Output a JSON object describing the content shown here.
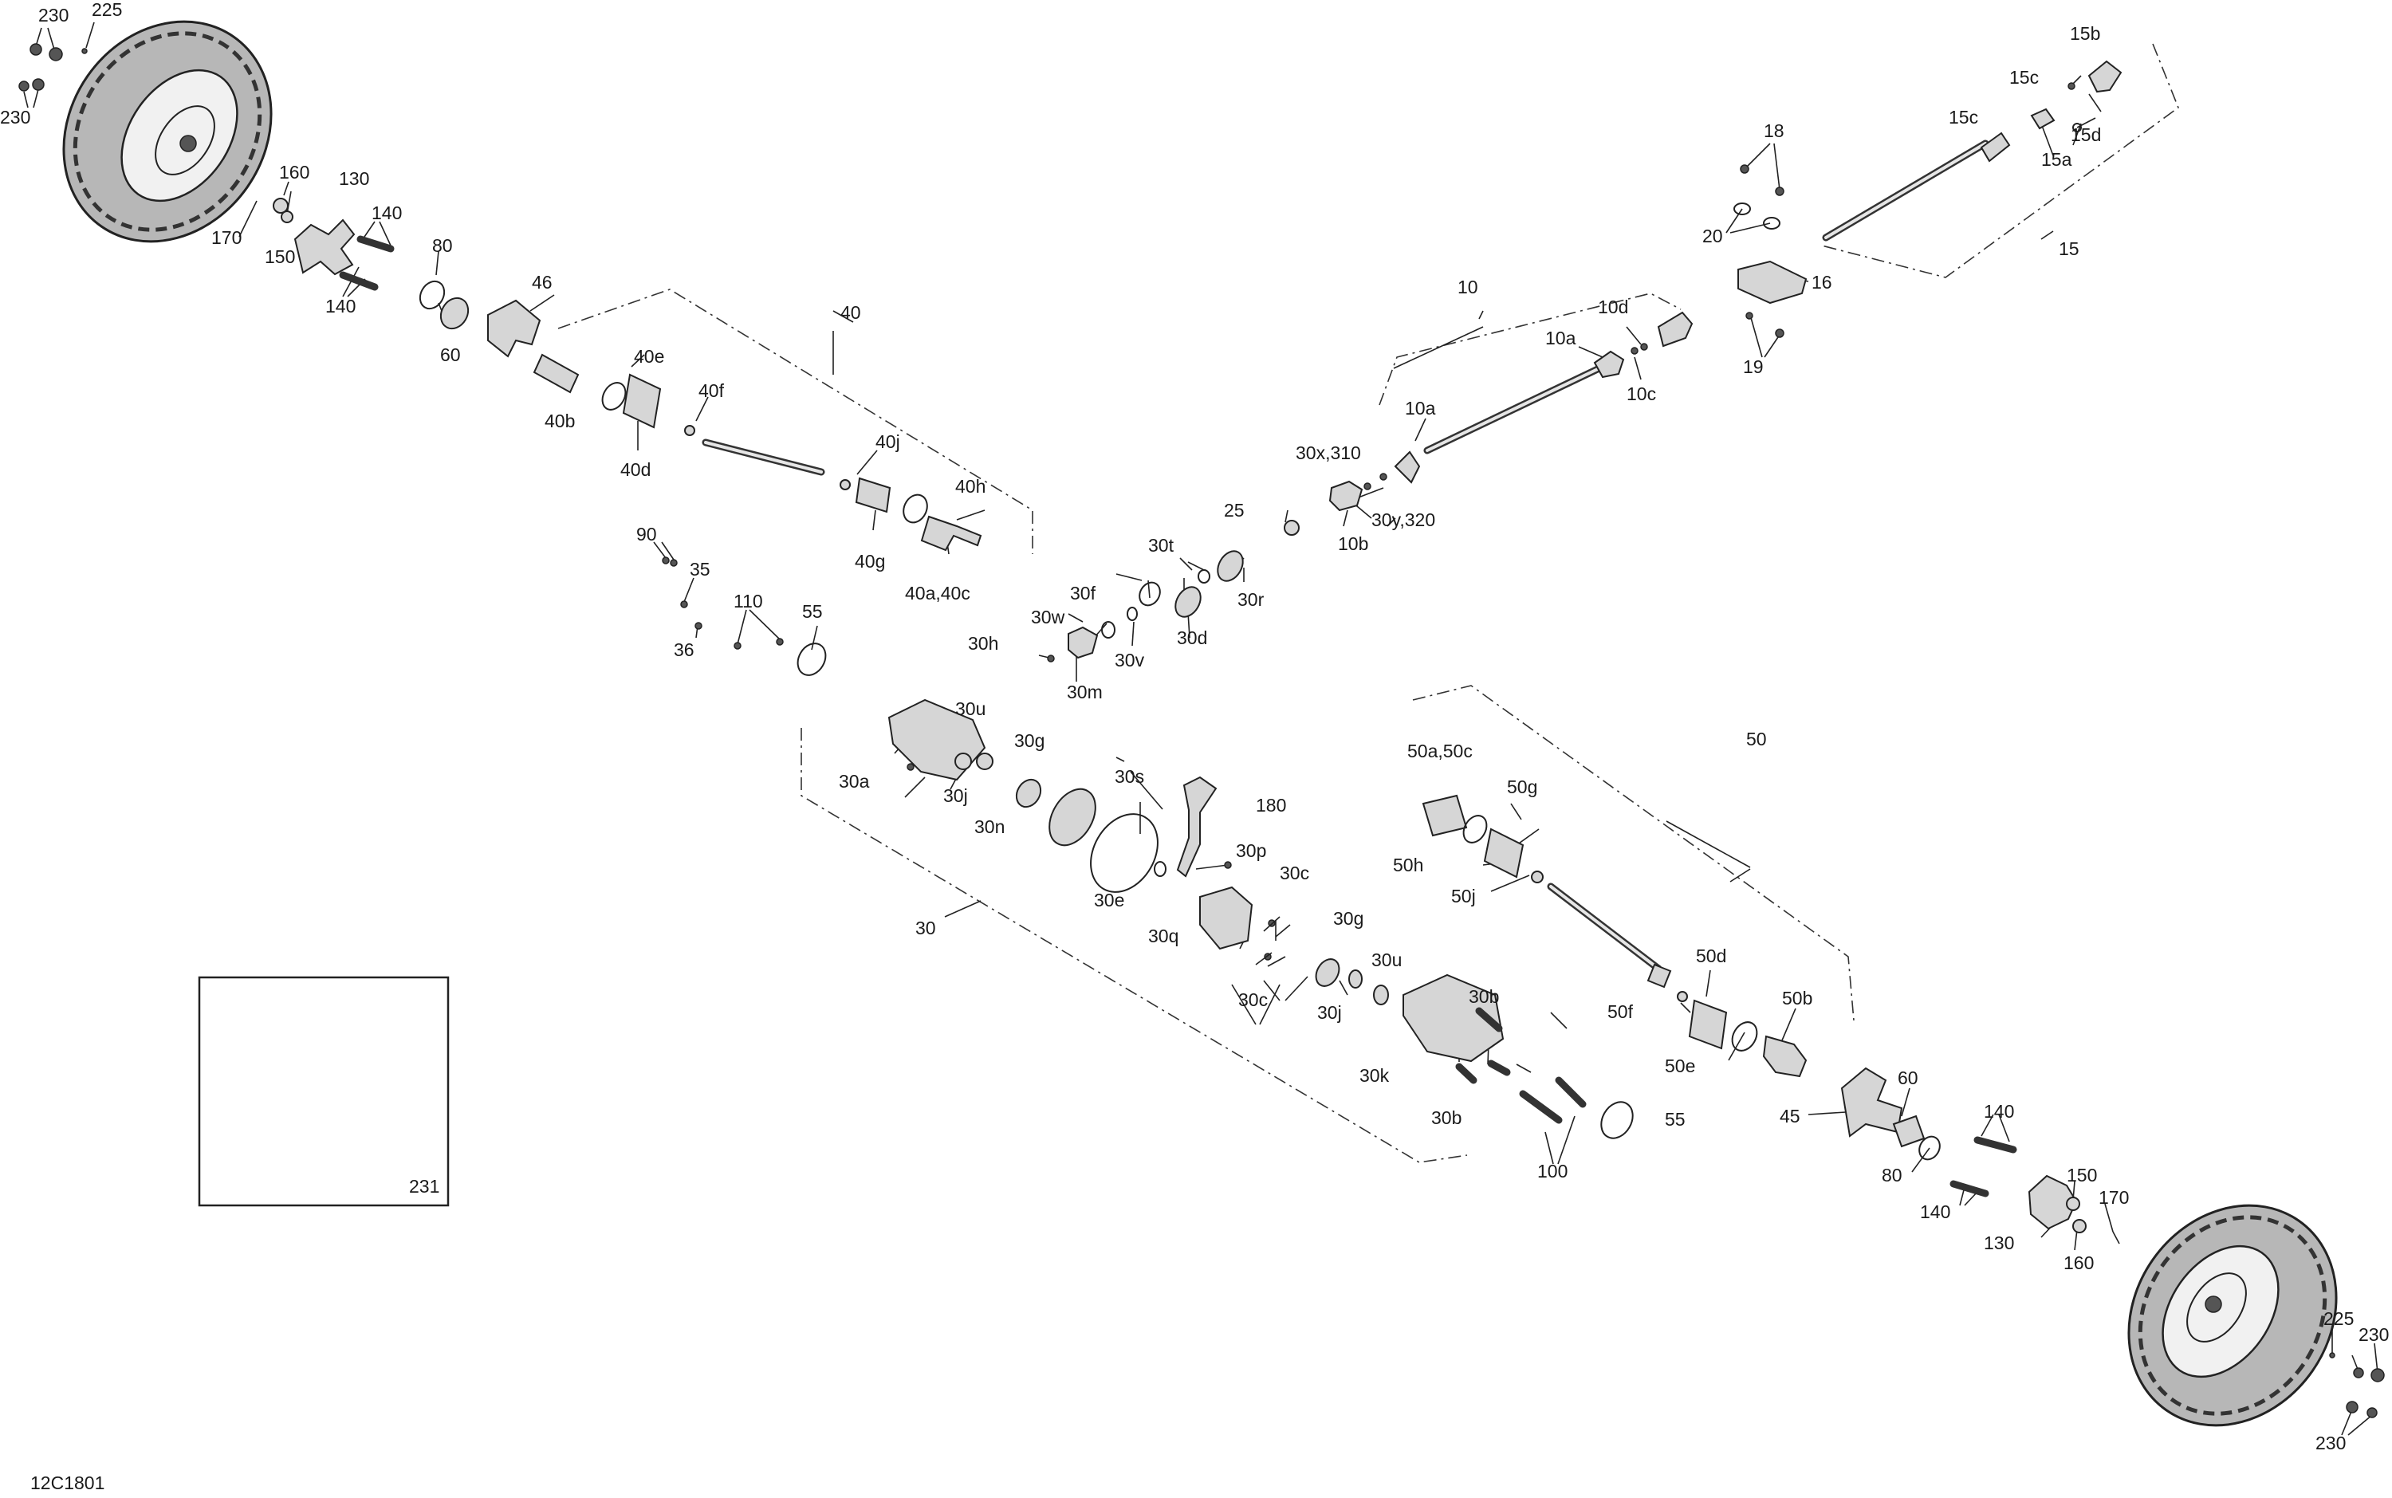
{
  "document_code": "12C1801",
  "inset_label": "231",
  "labels": {
    "l_230a": "230",
    "l_225a": "225",
    "l_230b": "230",
    "l_160a": "160",
    "l_130a": "130",
    "l_170a": "170",
    "l_150a": "150",
    "l_140a": "140",
    "l_140b": "140",
    "l_80a": "80",
    "l_60a": "60",
    "l_46": "46",
    "l_40": "40",
    "l_40b": "40b",
    "l_40e": "40e",
    "l_40d": "40d",
    "l_40f": "40f",
    "l_40j": "40j",
    "l_40h": "40h",
    "l_40g": "40g",
    "l_40a40c": "40a,40c",
    "l_90": "90",
    "l_35": "35",
    "l_36": "36",
    "l_110": "110",
    "l_55a": "55",
    "l_25": "25",
    "l_30t": "30t",
    "l_30r": "30r",
    "l_30f": "30f",
    "l_30d": "30d",
    "l_30w": "30w",
    "l_30v": "30v",
    "l_30h": "30h",
    "l_30m": "30m",
    "l_30x310": "30x,310",
    "l_10b": "10b",
    "l_30y320": "30y,320",
    "l_10a_1": "10a",
    "l_10": "10",
    "l_10a_2": "10a",
    "l_10d": "10d",
    "l_10c": "10c",
    "l_18": "18",
    "l_20": "20",
    "l_16": "16",
    "l_19": "19",
    "l_15": "15",
    "l_15b": "15b",
    "l_15c_1": "15c",
    "l_15c_2": "15c",
    "l_15d": "15d",
    "l_15a": "15a",
    "l_30u_1": "30u",
    "l_30g_1": "30g",
    "l_30a": "30a",
    "l_30j_1": "30j",
    "l_30n": "30n",
    "l_30s": "30s",
    "l_180": "180",
    "l_30e": "30e",
    "l_30p": "30p",
    "l_30c_1": "30c",
    "l_30q": "30q",
    "l_30": "30",
    "l_30c_2": "30c",
    "l_30g_2": "30g",
    "l_30u_2": "30u",
    "l_30j_2": "30j",
    "l_30b_1": "30b",
    "l_30k": "30k",
    "l_30b_2": "30b",
    "l_100": "100",
    "l_55b": "55",
    "l_50": "50",
    "l_50a50c": "50a,50c",
    "l_50g": "50g",
    "l_50h": "50h",
    "l_50j": "50j",
    "l_50d": "50d",
    "l_50f": "50f",
    "l_50b": "50b",
    "l_50e": "50e",
    "l_45": "45",
    "l_60b": "60",
    "l_80b": "80",
    "l_140c": "140",
    "l_140d": "140",
    "l_130b": "130",
    "l_150b": "150",
    "l_170b": "170",
    "l_160b": "160",
    "l_225b": "225",
    "l_230c": "230",
    "l_230d": "230"
  }
}
